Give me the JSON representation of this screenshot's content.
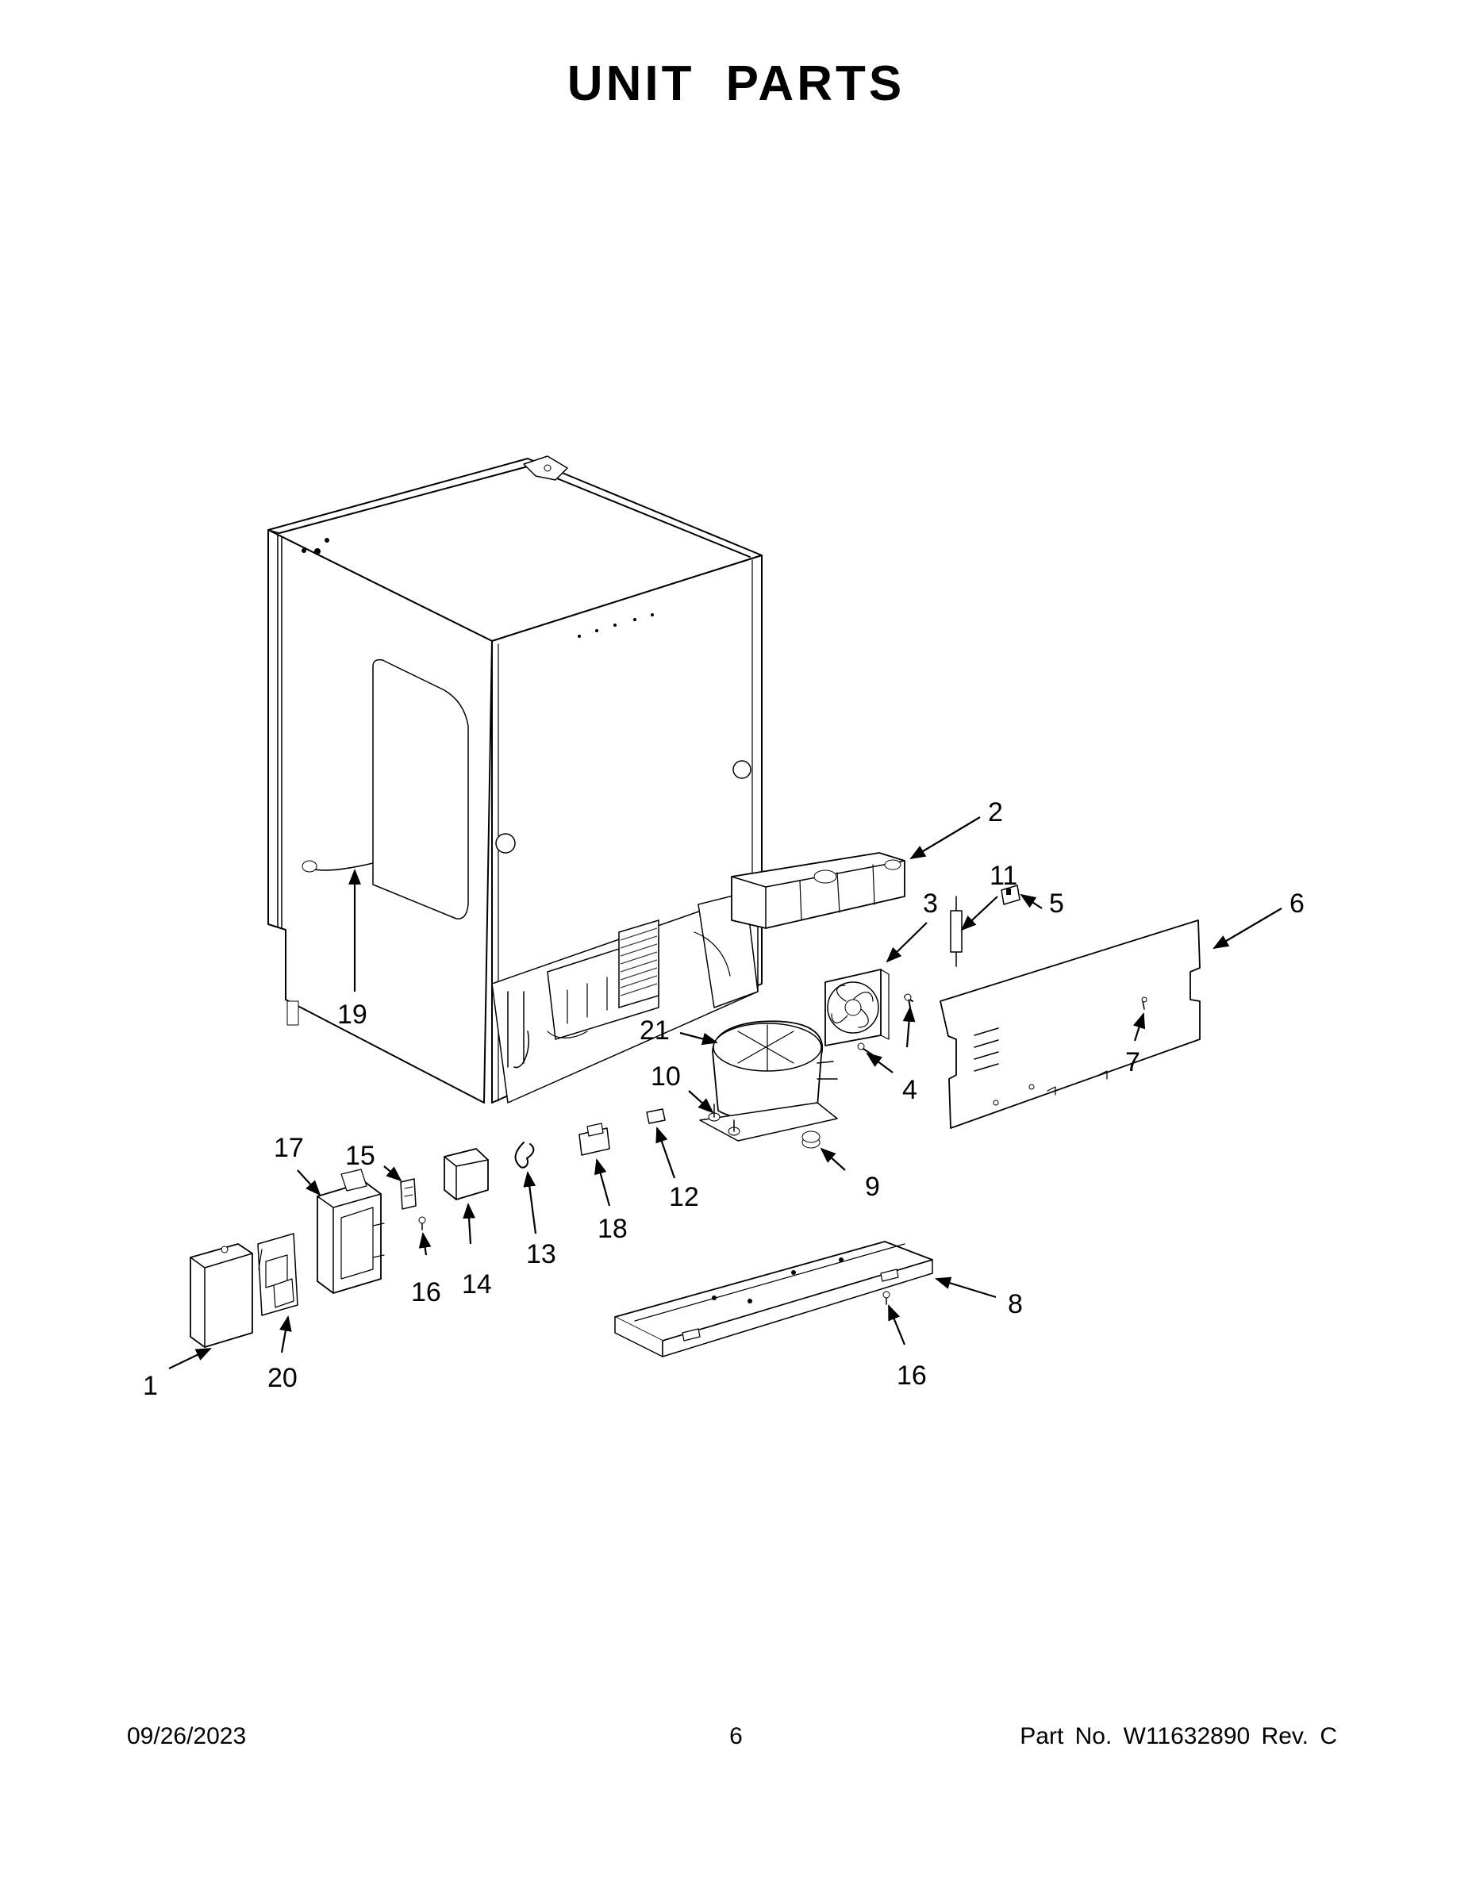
{
  "page": {
    "title": "UNIT PARTS",
    "footer": {
      "date": "09/26/2023",
      "page_number": "6",
      "part_number": "Part No.  W11632890  Rev.  C"
    }
  },
  "callouts": [
    {
      "id": "c1",
      "label": "1"
    },
    {
      "id": "c2",
      "label": "2"
    },
    {
      "id": "c3",
      "label": "3"
    },
    {
      "id": "c4",
      "label": "4"
    },
    {
      "id": "c5",
      "label": "5"
    },
    {
      "id": "c6",
      "label": "6"
    },
    {
      "id": "c7",
      "label": "7"
    },
    {
      "id": "c8",
      "label": "8"
    },
    {
      "id": "c9",
      "label": "9"
    },
    {
      "id": "c10",
      "label": "10"
    },
    {
      "id": "c11",
      "label": "11"
    },
    {
      "id": "c12",
      "label": "12"
    },
    {
      "id": "c13",
      "label": "13"
    },
    {
      "id": "c14",
      "label": "14"
    },
    {
      "id": "c15",
      "label": "15"
    },
    {
      "id": "c16a",
      "label": "16"
    },
    {
      "id": "c16b",
      "label": "16"
    },
    {
      "id": "c17",
      "label": "17"
    },
    {
      "id": "c18",
      "label": "18"
    },
    {
      "id": "c19",
      "label": "19"
    },
    {
      "id": "c20",
      "label": "20"
    },
    {
      "id": "c21",
      "label": "21"
    }
  ]
}
